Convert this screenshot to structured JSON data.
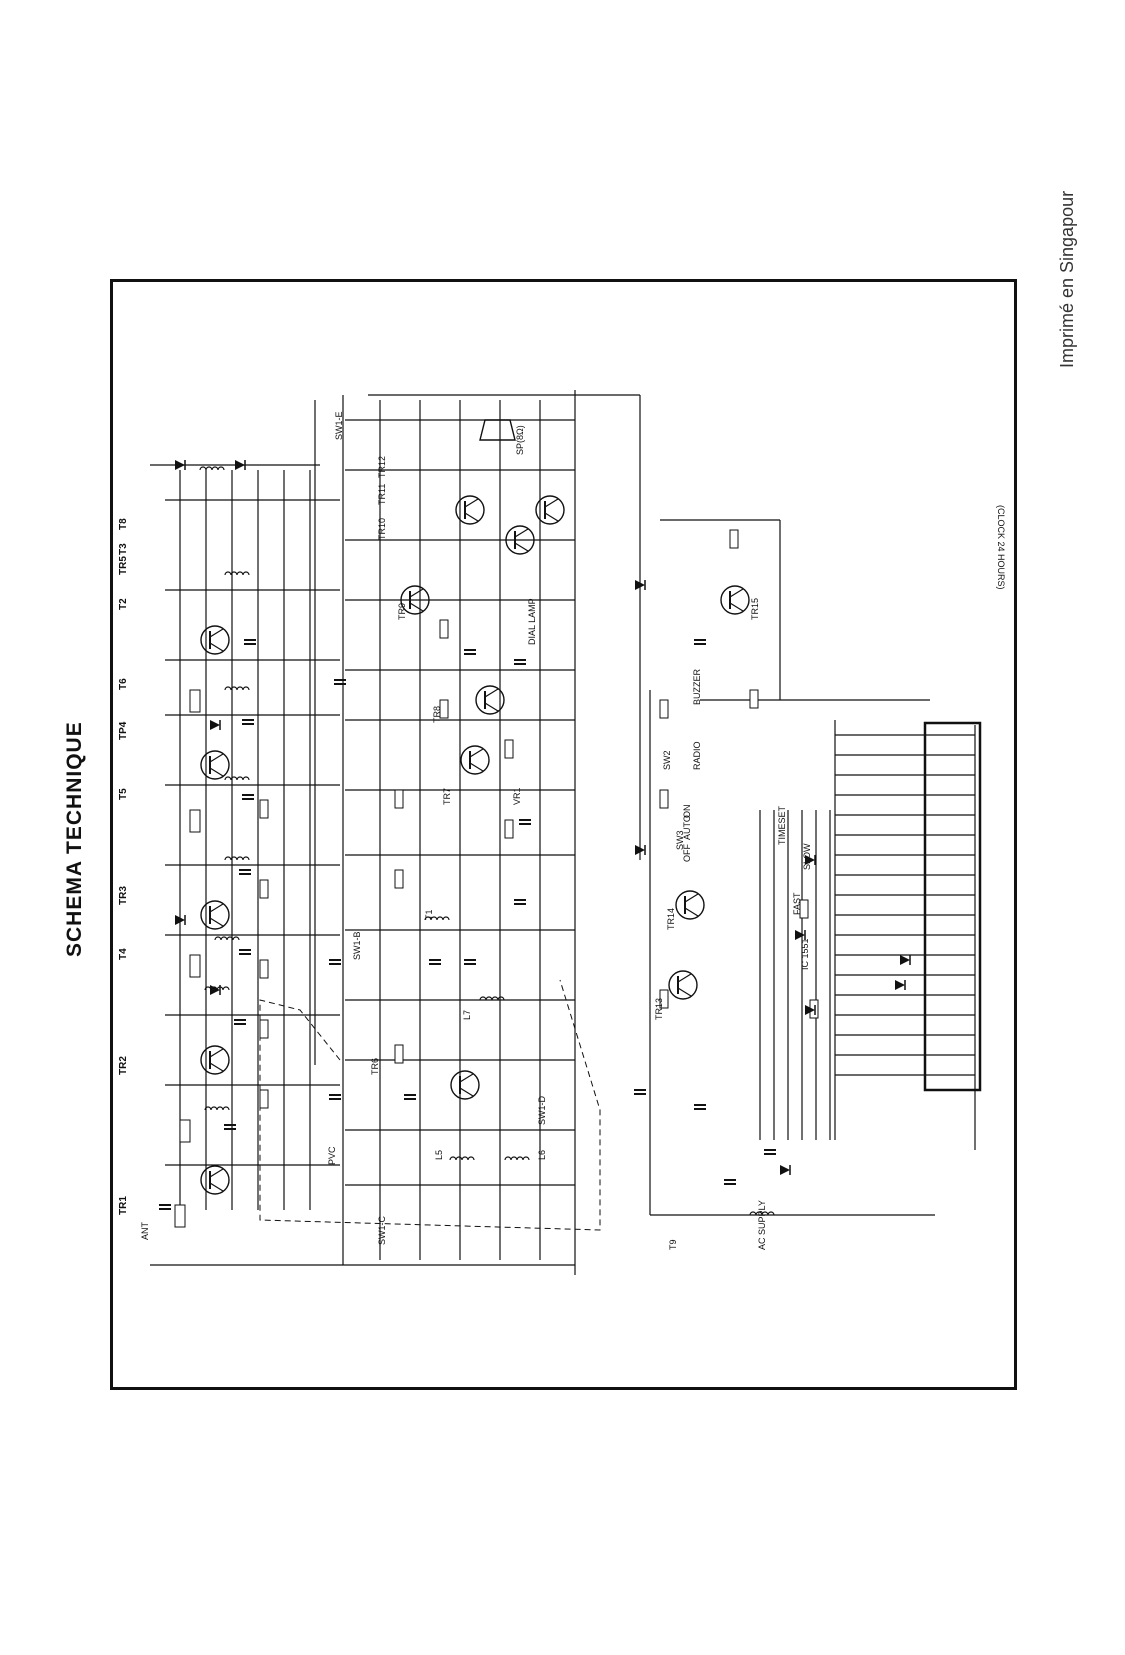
{
  "header": {
    "title": "SCHEMA TECHNIQUE"
  },
  "footer": {
    "imprint": "Imprimé en Singapour"
  },
  "schematic": {
    "note": "(CLOCK 24 HOURS)",
    "top_labels": [
      "TR1",
      "TR2",
      "T4",
      "TR3",
      "T5",
      "TP4",
      "T6",
      "T2",
      "TR5",
      "T3",
      "T8"
    ],
    "section_labels": [
      "ANT",
      "PVC",
      "SW1-C",
      "SW1-D",
      "SW1-B",
      "SW1-E",
      "TR6",
      "TR7",
      "TR8",
      "TR9",
      "TR10",
      "TR11",
      "TR12",
      "TR13",
      "TR14",
      "TR15",
      "T1",
      "T9",
      "L5",
      "L6",
      "L7",
      "VR1",
      "SP(8Ω)",
      "DIAL LAMP",
      "SW2",
      "SW3",
      "RADIO",
      "BUZZER",
      "TIMESET",
      "SLOW",
      "FAST",
      "IC 1551",
      "AC SUPPLY"
    ],
    "modes": [
      "OFF",
      "AUTO",
      "ON"
    ]
  },
  "colors": {
    "ink": "#111111",
    "paper": "#ffffff"
  }
}
